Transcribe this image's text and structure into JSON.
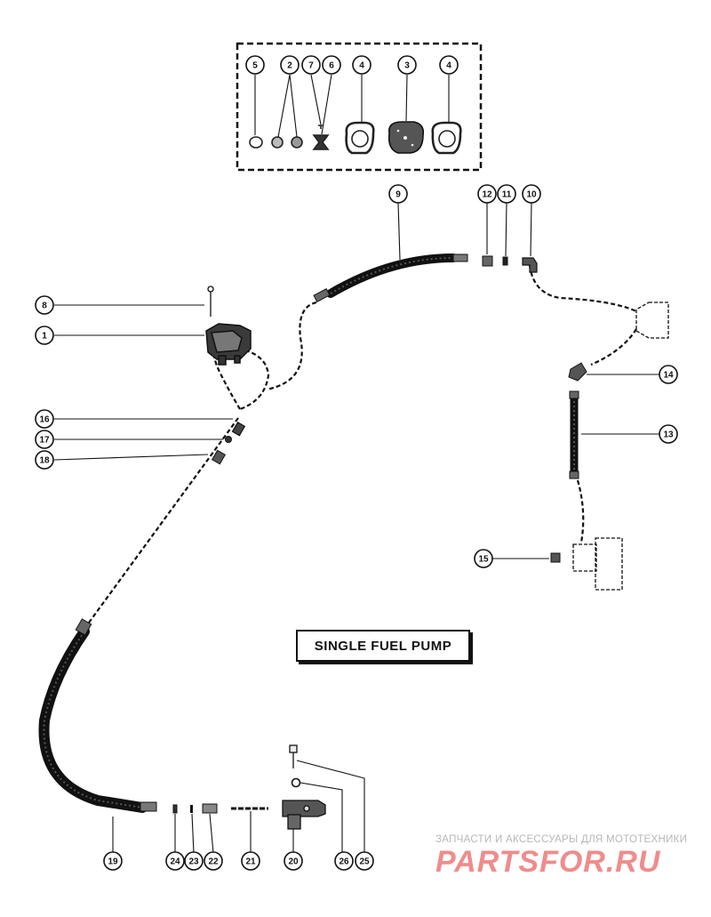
{
  "diagram": {
    "title": "SINGLE FUEL PUMP",
    "callouts": [
      "1",
      "2",
      "3",
      "4",
      "4",
      "5",
      "6",
      "7",
      "8",
      "9",
      "10",
      "11",
      "12",
      "13",
      "14",
      "15",
      "16",
      "17",
      "18",
      "19",
      "20",
      "21",
      "22",
      "23",
      "24",
      "25",
      "26"
    ]
  },
  "watermark": {
    "tagline": "ЗАПЧАСТИ И АКСЕССУАРЫ ДЛЯ МОТОТЕХНИКИ",
    "brand": "PARTSFOR.RU",
    "color": "#ef8c8c"
  }
}
